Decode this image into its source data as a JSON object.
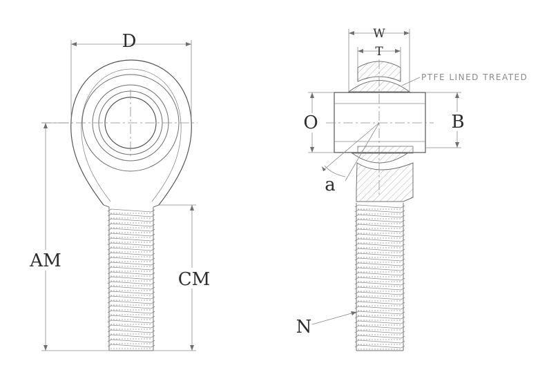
{
  "labels": {
    "D": "D",
    "AM": "AM",
    "CM": "CM",
    "W": "W",
    "T": "T",
    "O": "O",
    "B": "B",
    "a": "a",
    "N": "N"
  },
  "note": "PTFE LINED TREATED",
  "colors": {
    "line": "#6f6f6f",
    "text": "#2c2c2c",
    "hatch": "#9a9a9a"
  }
}
